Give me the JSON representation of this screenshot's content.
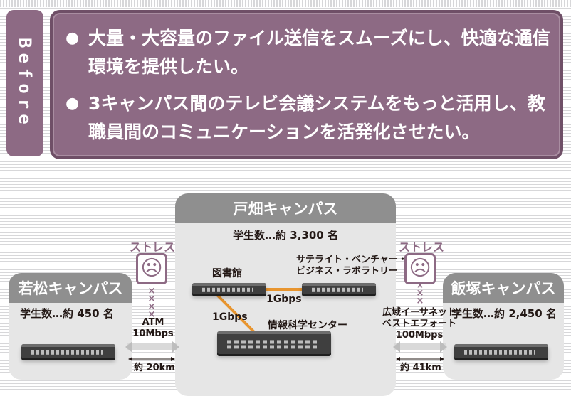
{
  "before": {
    "tab_label": "Before",
    "items": [
      {
        "bullet": "●",
        "text": "大量・大容量のファイル送信をスムーズにし、快適な通信環境を提供したい。"
      },
      {
        "bullet": "●",
        "text": "3キャンパス間のテレビ会議システムをもっと活用し、教職員間のコミュニケーションを活発化させたい。"
      }
    ]
  },
  "campuses": {
    "tobata": {
      "name": "戸畑キャンパス",
      "students": "学生数…約 3,300 名"
    },
    "wakamatsu": {
      "name": "若松キャンパス",
      "students": "学生数…約 450 名"
    },
    "iizuka": {
      "name": "飯塚キャンパス",
      "students": "学生数…約 2,450 名"
    }
  },
  "nodes": {
    "library": "図書館",
    "satellite_line1": "サテライト・ベンチャー・",
    "satellite_line2": "ビジネス・ラボラトリー",
    "info_center": "情報科学センター"
  },
  "links": {
    "library_to_satellite": "1Gbps",
    "library_to_center": "1Gbps",
    "wakamatsu_line1": "ATM",
    "wakamatsu_line2": "10Mbps",
    "wakamatsu_distance": "約 20km",
    "iizuka_line1": "広域イーサネット",
    "iizuka_line2": "ベストエフォート",
    "iizuka_line3": "100Mbps",
    "iizuka_distance": "約 41km"
  },
  "stress": {
    "label": "ストレス",
    "icon": "stressed-face-icon",
    "marks": [
      "×",
      "×",
      "×",
      "×"
    ]
  },
  "colors": {
    "accent": "#8d6a84",
    "link_orange": "#e8952f",
    "panel": "#e6e6e6",
    "header": "#8f8f8f"
  }
}
